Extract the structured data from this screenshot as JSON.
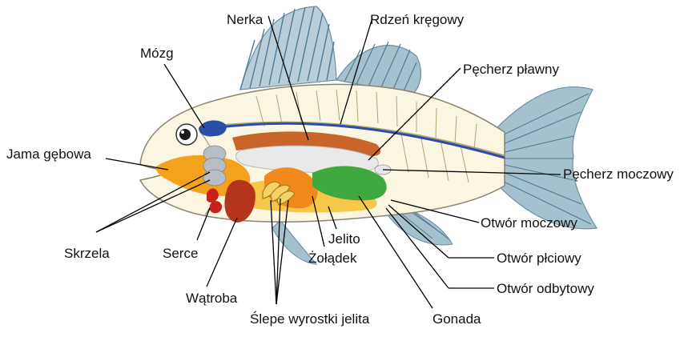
{
  "labels": {
    "nerka": "Nerka",
    "rdzen": "Rdzeń kręgowy",
    "mozg": "Mózg",
    "pecherz_plawny": "Pęcherz pławny",
    "jama_gebowa": "Jama gębowa",
    "pecherz_moczowy": "Pęcherz moczowy",
    "otwor_moczowy": "Otwór moczowy",
    "otwor_plciowy": "Otwór płciowy",
    "otwor_odbytowy": "Otwór odbytowy",
    "skrzela": "Skrzela",
    "serce": "Serce",
    "jelito": "Jelito",
    "zoladek": "Żołądek",
    "watroba": "Wątroba",
    "slepe_wyrostki": "Ślepe wyrostki jelita",
    "gonada": "Gonada"
  },
  "colors": {
    "body": "#fbf6e2",
    "fin": "#8fb0c2",
    "fin_ray": "#4f7a93",
    "brain": "#2a4fa8",
    "spinal_cord": "#2a4fa8",
    "kidney": "#c9642a",
    "swim_bladder": "#e7e7e7",
    "mouth": "#f4a21c",
    "gut": "#f2b21a",
    "stomach": "#f08a1a",
    "gonad": "#3fa83f",
    "liver": "#b5341e",
    "heart": "#c8201a",
    "gills": "#b8bec6"
  }
}
